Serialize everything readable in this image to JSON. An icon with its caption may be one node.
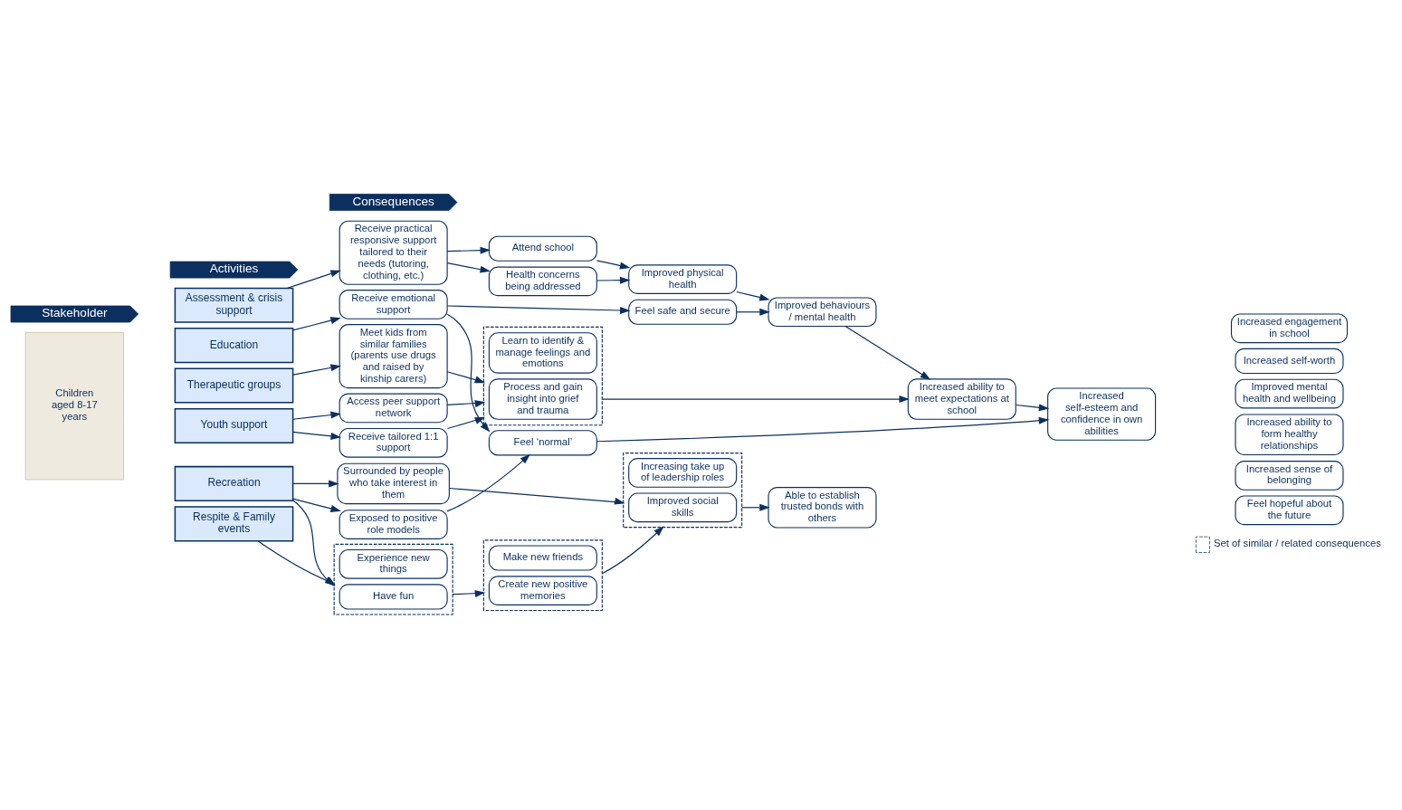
{
  "diagram": {
    "nodes": [
      {
        "text": [
          "Stakeholder"
        ]
      },
      {
        "text": [
          "Activities"
        ]
      },
      {
        "text": [
          "Consequences"
        ]
      },
      {
        "text": [
          "Children aged 8-17 years"
        ]
      },
      {
        "text": [
          "Assessment & crisis support"
        ]
      },
      {
        "text": [
          "Education"
        ]
      },
      {
        "text": [
          "Therapeutic groups"
        ]
      },
      {
        "text": [
          "Youth support"
        ]
      },
      {
        "text": [
          "Recreation"
        ]
      },
      {
        "text": [
          "Respite & Family events"
        ]
      },
      {
        "text": [
          "Receive practical responsive support tailored to their needs (tutoring, clothing, etc.)"
        ]
      },
      {
        "text": [
          "Receive emotional support"
        ]
      },
      {
        "text": [
          "Meet kids from similar families (parents use drugs and raised by kinship carers)"
        ]
      },
      {
        "text": [
          "Access peer support network"
        ]
      },
      {
        "text": [
          "Receive tailored 1:1 support"
        ]
      },
      {
        "text": [
          "Surrounded by people who take interest in them"
        ]
      },
      {
        "text": [
          "Exposed to positive role models"
        ]
      },
      {
        "text": [],
        "shape": "box"
      },
      {
        "text": [
          "Have fun"
        ],
        "in": 17
      },
      {
        "text": [
          "Experience new things"
        ],
        "in": 17
      },
      {
        "text": [
          "Health concerns being addressed"
        ]
      },
      {
        "text": [
          "Attend school"
        ]
      },
      {
        "text": [
          "Feel safe and secure"
        ]
      },
      {
        "text": [],
        "shape": "box"
      },
      {
        "text": [
          "Process and gain insight into grief and trauma"
        ],
        "in": 23
      },
      {
        "text": [
          "Learn to identify & manage feelings and emotions"
        ],
        "in": 23
      },
      {
        "text": [
          "Feel ‘normal’"
        ]
      },
      {
        "text": [],
        "shape": "box"
      },
      {
        "text": [
          "Improved social skills"
        ],
        "in": 27
      },
      {
        "text": [
          "Increasing take up of leadership roles"
        ],
        "in": 27
      },
      {
        "text": [],
        "shape": "box"
      },
      {
        "text": [
          "Create new positive memories"
        ],
        "in": 30
      },
      {
        "text": [
          "Make new friends"
        ],
        "in": 30
      },
      {
        "text": [
          "Improved physical health"
        ]
      },
      {
        "text": [
          "Improved behaviours / mental health"
        ]
      },
      {
        "text": [
          "Increased ability to meet expectations at school"
        ]
      },
      {
        "text": [
          "Increased self-esteem and confidence in own abilities"
        ]
      },
      {
        "text": [
          "Able to establish trusted bonds with others"
        ]
      },
      {
        "text": [
          "Increased engagement in school"
        ]
      },
      {
        "text": [
          "Increased self-worth"
        ]
      },
      {
        "text": [
          "Improved mental health and wellbeing"
        ]
      },
      {
        "text": [
          "Increased ability to form healthy relationships"
        ]
      },
      {
        "text": [
          "Increased sense of belonging"
        ]
      },
      {
        "text": [
          "Feel hopeful about the future"
        ]
      }
    ],
    "edges": [
      {
        "from": 4,
        "to": 10,
        "arrow": "to"
      },
      {
        "from": 5,
        "to": 11,
        "arrow": "to"
      },
      {
        "from": 6,
        "to": 12,
        "arrow": "to"
      },
      {
        "from": 7,
        "to": 13,
        "arrow": "to"
      },
      {
        "from": 7,
        "to": 14,
        "arrow": "to"
      },
      {
        "from": 8,
        "to": 15,
        "arrow": "to"
      },
      {
        "from": 8,
        "to": 16,
        "arrow": "to"
      },
      {
        "from": 8,
        "to": 17,
        "arrow": "to"
      },
      {
        "from": 9,
        "to": 17,
        "arrow": "to"
      },
      {
        "from": 10,
        "to": 20,
        "arrow": "to"
      },
      {
        "from": 10,
        "to": 21,
        "arrow": "to"
      },
      {
        "from": 11,
        "to": 22,
        "arrow": "to"
      },
      {
        "from": 11,
        "to": 26,
        "arrow": "to"
      },
      {
        "from": 12,
        "to": 23,
        "arrow": "to"
      },
      {
        "from": 13,
        "to": 23,
        "arrow": "to"
      },
      {
        "from": 14,
        "to": 23,
        "arrow": "to"
      },
      {
        "from": 15,
        "to": 27,
        "arrow": "to"
      },
      {
        "from": 16,
        "to": 26,
        "arrow": "to"
      },
      {
        "from": 17,
        "to": 30,
        "arrow": "to"
      },
      {
        "from": 30,
        "to": 27,
        "arrow": "to"
      },
      {
        "from": 20,
        "to": 33,
        "arrow": "to"
      },
      {
        "from": 21,
        "to": 33,
        "arrow": "to"
      },
      {
        "from": 22,
        "to": 34,
        "arrow": "to"
      },
      {
        "from": 23,
        "to": 35,
        "arrow": "to"
      },
      {
        "from": 26,
        "to": 36,
        "arrow": "to"
      },
      {
        "from": 27,
        "to": 37,
        "arrow": "to"
      },
      {
        "from": 33,
        "to": 34,
        "arrow": "to"
      },
      {
        "from": 34,
        "to": 35,
        "arrow": "to"
      },
      {
        "from": 35,
        "to": 36,
        "arrow": "to"
      }
    ],
    "legend": [
      {
        "text": "Set of similar / related consequences"
      }
    ]
  }
}
